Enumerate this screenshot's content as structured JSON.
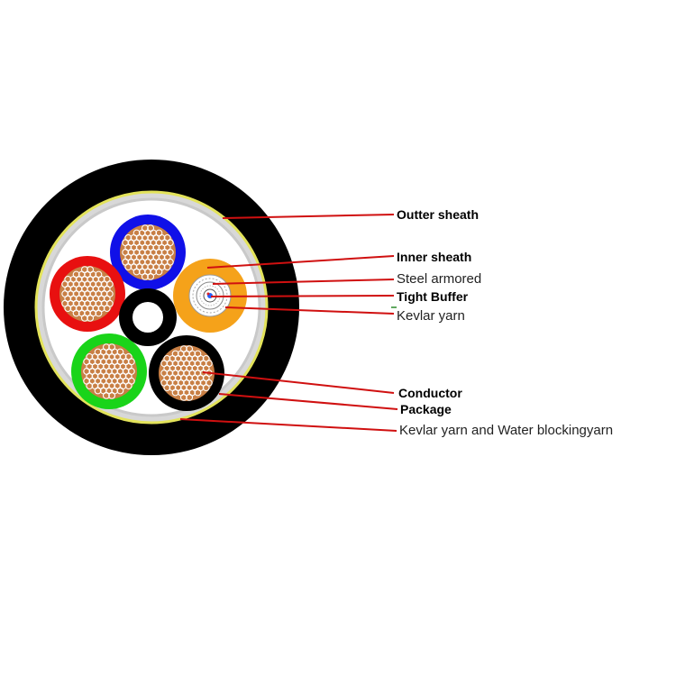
{
  "labels": {
    "outter_sheath": "Outter sheath",
    "inner_sheath": "Inner sheath",
    "steel_armored": "Steel armored",
    "tight_buffer": "Tight Buffer",
    "kevlar_yarn": "Kevlar yarn",
    "conductor": "Conductor",
    "package": "Package",
    "kevlar_water": "Kevlar yarn and Water blockingyarn"
  },
  "colors": {
    "outer_sheath": "#000000",
    "yellow_layer": "#e8e84a",
    "inner_fill": "#ffffff",
    "conductor_copper": "#c87f45",
    "core_blue": "#1010e8",
    "core_red": "#e81010",
    "core_green": "#19d419",
    "core_black": "#000000",
    "fiber_unit": "#f5a21a",
    "leader_line": "#d01010"
  }
}
